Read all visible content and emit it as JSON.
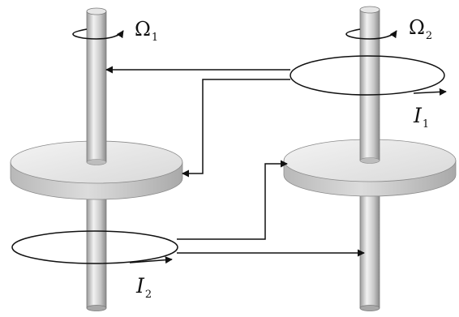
{
  "labels": {
    "omega1": {
      "symbol": "Ω",
      "sub": "1"
    },
    "omega2": {
      "symbol": "Ω",
      "sub": "2"
    },
    "i1": {
      "symbol": "I",
      "sub": "1"
    },
    "i2": {
      "symbol": "I",
      "sub": "2"
    }
  },
  "colors": {
    "shaft_light": "#ededed",
    "shaft_dark": "#8e8e8e",
    "disk_top": "#e9e9e9",
    "disk_side": "#c4c4c4",
    "line": "#111111"
  }
}
